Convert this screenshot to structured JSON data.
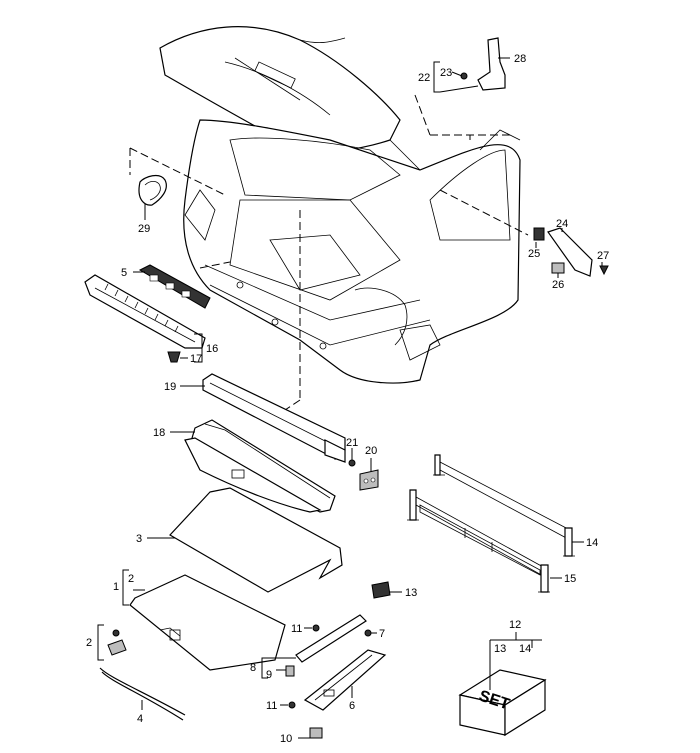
{
  "callouts": {
    "c1": "1",
    "c2a": "2",
    "c2b": "2",
    "c3": "3",
    "c4": "4",
    "c5": "5",
    "c6": "6",
    "c7": "7",
    "c8": "8",
    "c9": "9",
    "c10": "10",
    "c11a": "11",
    "c11b": "11",
    "c12": "12",
    "c13": "13",
    "c13b": "13",
    "c14": "14",
    "c14b": "14",
    "c15": "15",
    "c16": "16",
    "c17": "17",
    "c18": "18",
    "c19": "19",
    "c20": "20",
    "c21": "21",
    "c22": "22",
    "c23": "23",
    "c24": "24",
    "c25": "25",
    "c26": "26",
    "c27": "27",
    "c28": "28",
    "c29": "29"
  },
  "set_box_label": "SET"
}
